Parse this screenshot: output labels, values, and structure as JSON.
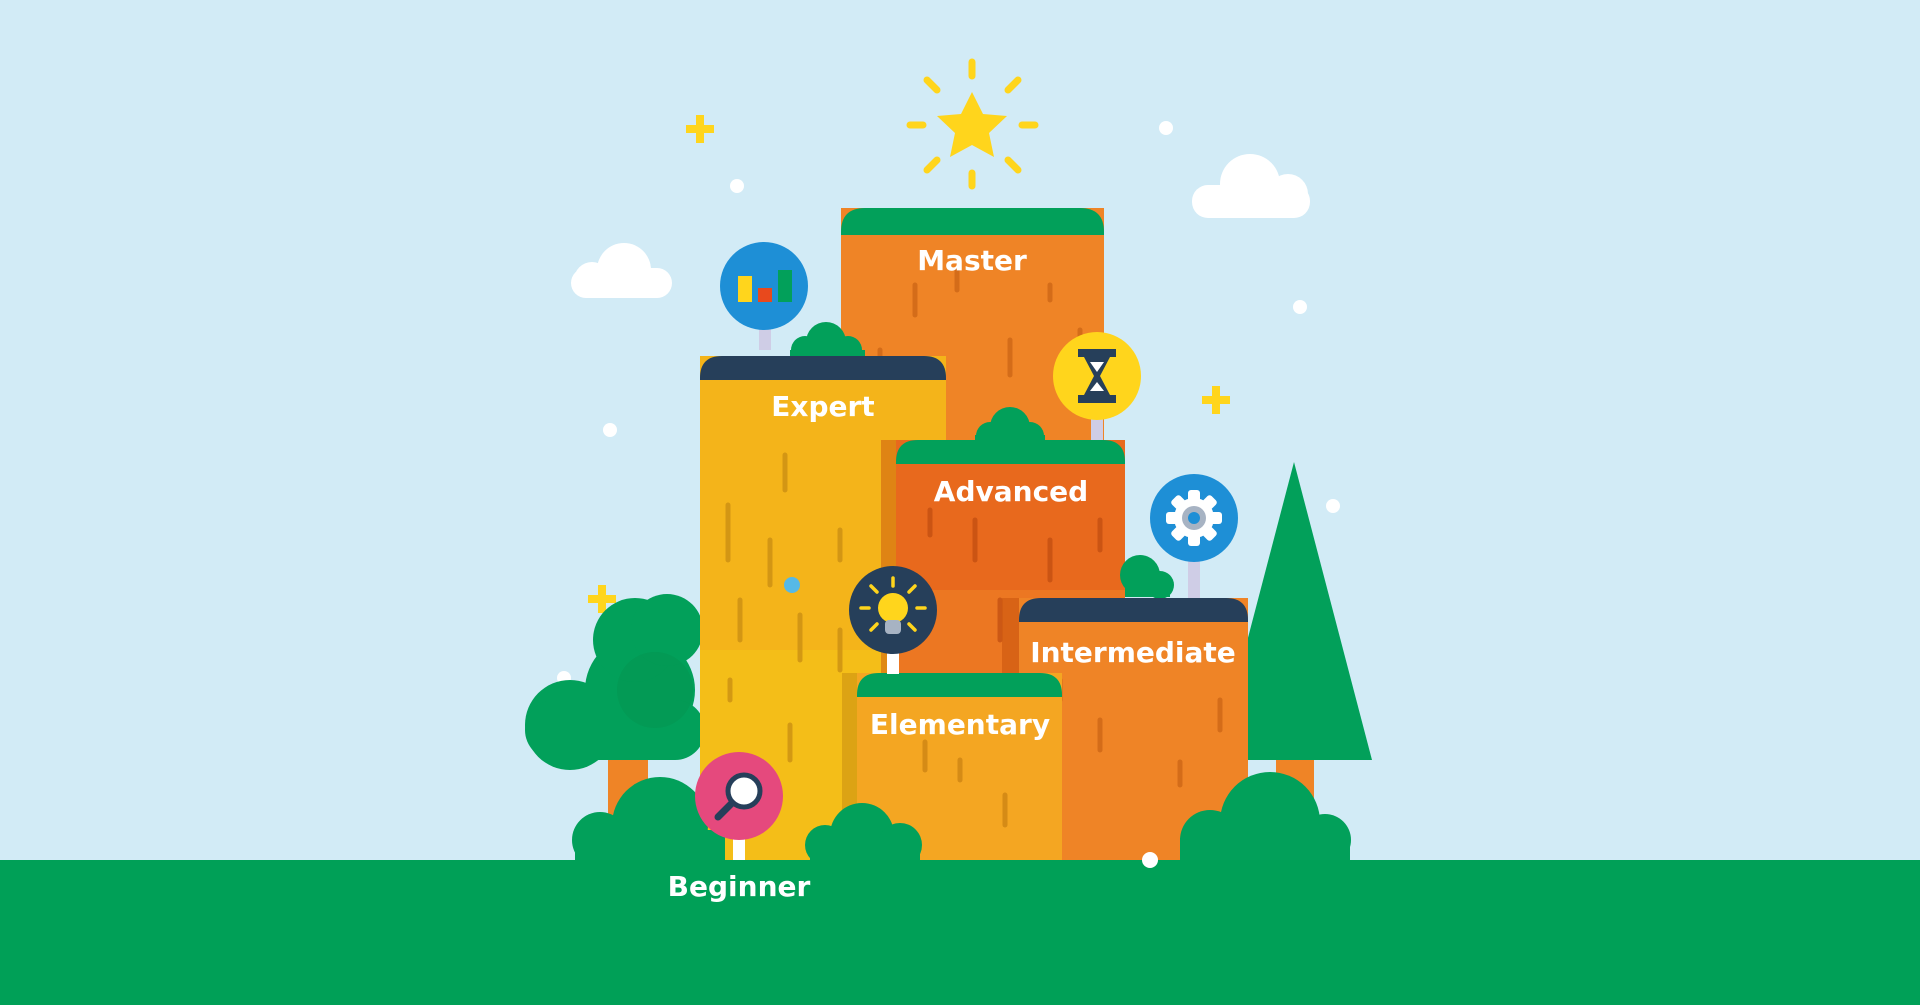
{
  "levels": {
    "master": "Master",
    "expert": "Expert",
    "advanced": "Advanced",
    "intermediate": "Intermediate",
    "elementary": "Elementary",
    "beginner": "Beginner"
  },
  "colors": {
    "sky": "#d2ebf6",
    "ground": "#00a057",
    "foliage": "#02a05a",
    "master_pillar": "#ef8426",
    "expert_pillar": "#f4b41a",
    "advanced_pillar": "#e8691d",
    "intermediate_pillar": "#ef8426",
    "elementary_pillar": "#f4a622",
    "dark_cap": "#263f5a",
    "star": "#ffd51c",
    "text": "#ffffff"
  },
  "icons": {
    "top": "star-icon",
    "expert": "bar-chart-icon",
    "master": "hourglass-icon",
    "advanced": "gear-icon",
    "elementary": "lightbulb-icon",
    "beginner": "magnifier-icon"
  }
}
